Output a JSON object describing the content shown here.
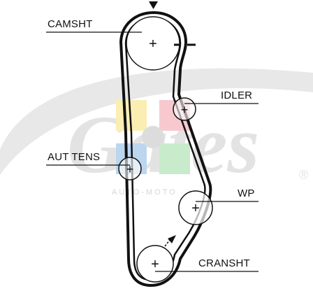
{
  "diagram": {
    "labels": {
      "camshaft": "CAMSHT",
      "idler": "IDLER",
      "aut_tens": "AUT TENS",
      "water_pump": "WP",
      "crankshaft": "CRANSHT"
    }
  },
  "watermark": {
    "brand": "Gates",
    "registered": "®",
    "sub_brand": "AUTO-MOTO"
  },
  "colors": {
    "belt": "#111111",
    "watermark_gray": "#e6e6e6",
    "tile_yellow": "#fbeeb3",
    "tile_pink": "#f7c9cf",
    "tile_blue": "#bcd6ee",
    "tile_green": "#c8ebcb"
  }
}
